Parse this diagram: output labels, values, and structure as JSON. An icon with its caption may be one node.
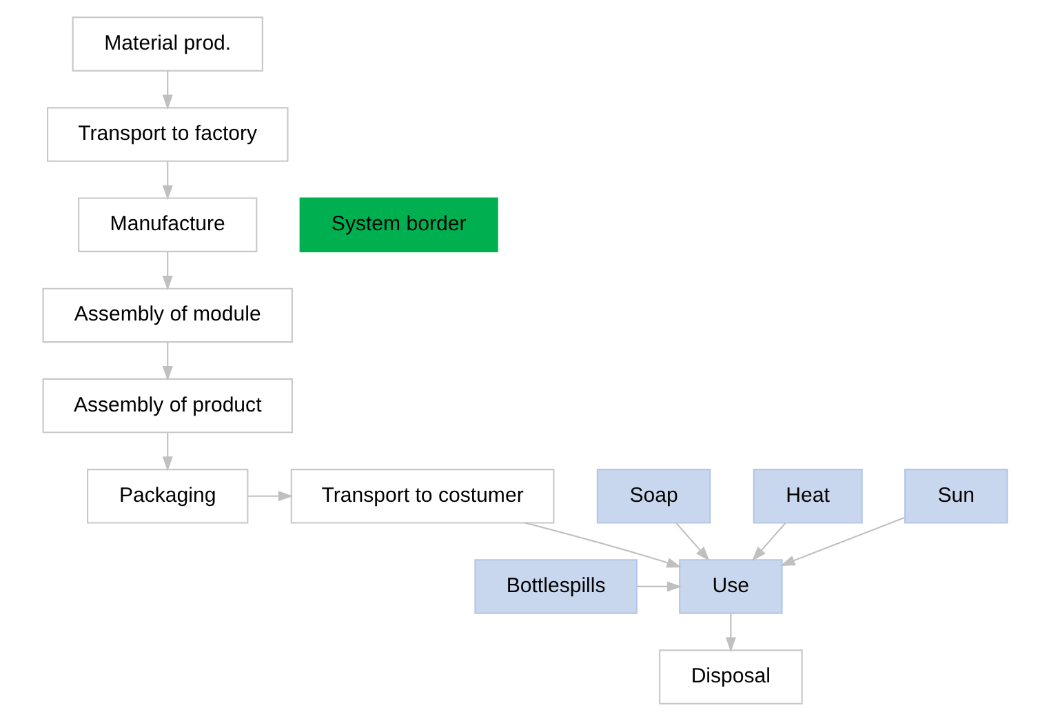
{
  "diagram": {
    "nodes": [
      {
        "text": [
          "Material prod."
        ]
      },
      {
        "text": [
          "Transport to factory"
        ]
      },
      {
        "text": [
          "Manufacture"
        ]
      },
      {
        "text": [
          "System border"
        ]
      },
      {
        "text": [
          "Assembly of module"
        ]
      },
      {
        "text": [
          "Assembly of product"
        ]
      },
      {
        "text": [
          "Transport to costumer"
        ]
      },
      {
        "text": [
          "Packaging"
        ]
      },
      {
        "text": [
          "Use"
        ]
      },
      {
        "text": [
          "Bottlespills"
        ]
      },
      {
        "text": [
          "Soap"
        ]
      },
      {
        "text": [
          "Disposal"
        ]
      },
      {
        "text": [
          "Heat"
        ]
      },
      {
        "text": [
          "Sun"
        ]
      }
    ],
    "edges": [
      {
        "from": 0,
        "to": 1,
        "arrow": "to"
      },
      {
        "from": 1,
        "to": 2,
        "arrow": "to"
      },
      {
        "from": 2,
        "to": 4,
        "arrow": "to"
      },
      {
        "from": 4,
        "to": 5,
        "arrow": "to"
      },
      {
        "from": 5,
        "to": 7,
        "arrow": "to"
      },
      {
        "from": 7,
        "to": 6,
        "arrow": "to"
      },
      {
        "from": 6,
        "to": 8,
        "arrow": "to"
      },
      {
        "from": 8,
        "to": 11,
        "arrow": "to"
      },
      {
        "from": 9,
        "to": 8,
        "arrow": "to"
      },
      {
        "from": 10,
        "to": 8,
        "arrow": "to"
      },
      {
        "from": 12,
        "to": 8,
        "arrow": "to"
      },
      {
        "from": 13,
        "to": 8,
        "arrow": "to"
      }
    ]
  }
}
